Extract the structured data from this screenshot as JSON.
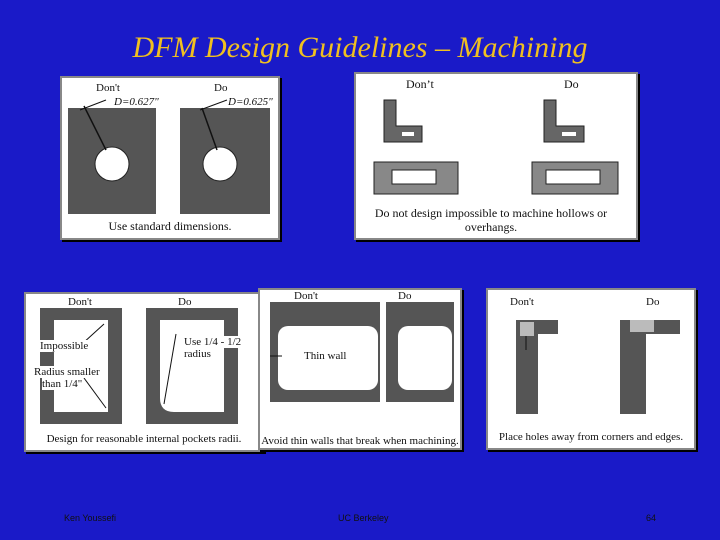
{
  "title": "DFM Design Guidelines – Machining",
  "panels": {
    "standard_dims": {
      "dont": "Don't",
      "do": "Do",
      "d_dont": "D=0.627\"",
      "d_do": "D=0.625\"",
      "caption": "Use standard dimensions."
    },
    "hollows": {
      "dont": "Don’t",
      "do": "Do",
      "caption_line1": "Do not design impossible to machine hollows or",
      "caption_line2": "overhangs."
    },
    "pockets": {
      "dont": "Don't",
      "do": "Do",
      "impossible": "Impossible",
      "radius_smaller_1": "Radius smaller",
      "radius_smaller_2": "than 1/4\"",
      "use_radius_1": "Use 1/4 - 1/2",
      "use_radius_2": "radius",
      "caption": "Design for reasonable internal pockets radii."
    },
    "thin_walls": {
      "dont": "Don't",
      "do": "Do",
      "thin_wall": "Thin wall",
      "caption": "Avoid thin walls that break when machining."
    },
    "holes": {
      "dont": "Don't",
      "do": "Do",
      "caption": "Place holes away from corners and edges."
    }
  },
  "footer": {
    "left": "Ken Youssefi",
    "center": "UC Berkeley",
    "page": "64"
  },
  "colors": {
    "background": "#1a1ac8",
    "title": "#f0c020",
    "panel": "#ffffff",
    "part_fill": "#555555"
  }
}
